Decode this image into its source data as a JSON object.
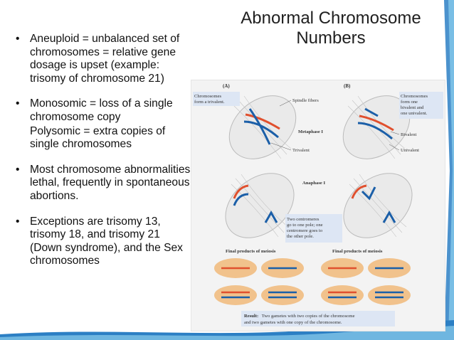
{
  "title": "Abnormal Chromosome Numbers",
  "bullets": [
    "Aneuploid = unbalanced set of chromosomes = relative gene dosage is upset (example: trisomy of chromosome 21)",
    "Monosomic = loss of a single chromosome copy",
    "Polysomic = extra copies of single chromosomes",
    "Most chromosome abnormalities lethal, frequently in spontaneous abortions.",
    "Exceptions are trisomy 13, trisomy 18, and trisomy 21 (Down syndrome), and the Sex chromosomes"
  ],
  "figure": {
    "panel_a": "(A)",
    "panel_b": "(B)",
    "chromosomes_trivalent": [
      "Chromosomes",
      "form a trivalent."
    ],
    "spindle_fibers": "Spindle fibers",
    "chromosomes_bivalent": [
      "Chromosomes",
      "form one",
      "bivalent and",
      "one univalent."
    ],
    "metaphase": "Metaphase I",
    "trivalent": "Trivalent",
    "bivalent": "Bivalent",
    "univalent": "Univalent",
    "anaphase": "Anaphase I",
    "two_centromeres": [
      "Two centromeres",
      "go to one pole; one",
      "centromere goes to",
      "the other pole."
    ],
    "final_products_left": "Final products of meiosis",
    "final_products_right": "Final products of meiosis",
    "result_label": "Result:",
    "result_line1": "Two gametes with two copies of the chromosome",
    "result_line2": "and two gametes with one copy of the chromosome."
  },
  "colors": {
    "accent_blue": "#1b5fa8",
    "chromosome_red": "#e0502e",
    "gamete_fill": "#f1c28c",
    "callout_fill": "#dde6f4"
  }
}
